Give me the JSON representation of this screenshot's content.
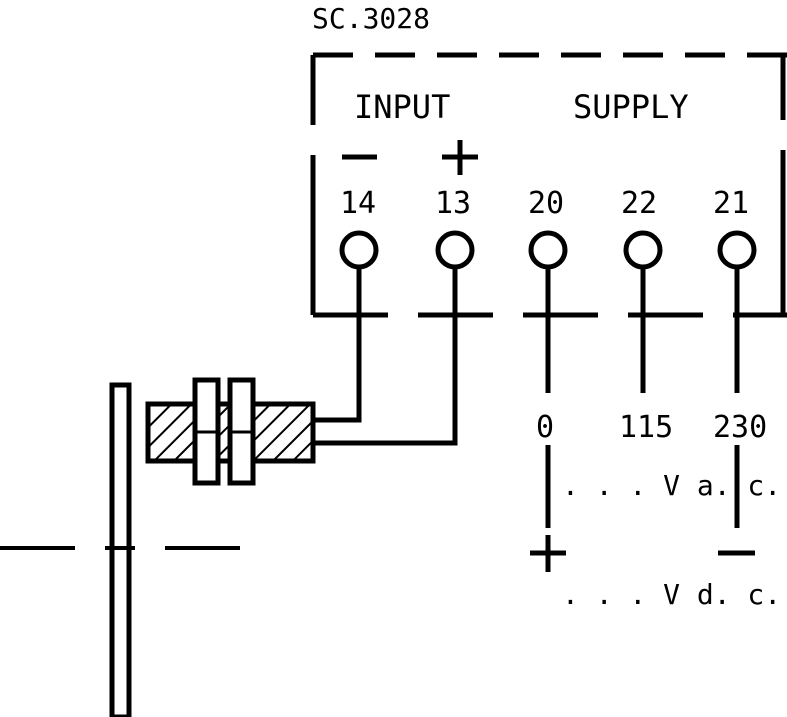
{
  "title": "SC.3028",
  "box_headers": {
    "input": "INPUT",
    "supply": "SUPPLY"
  },
  "input_polarity": {
    "minus": "−",
    "plus": "+"
  },
  "terminals": [
    {
      "number": "14"
    },
    {
      "number": "13"
    },
    {
      "number": "20"
    },
    {
      "number": "22"
    },
    {
      "number": "21"
    }
  ],
  "supply_values": {
    "v0": "0",
    "v115": "115",
    "v230": "230"
  },
  "ac_label": ". . . V a. c.",
  "dc": {
    "plus": "+",
    "minus": "−",
    "label": ". . . V d. c."
  },
  "colors": {
    "line": "#000000",
    "background": "#ffffff"
  }
}
